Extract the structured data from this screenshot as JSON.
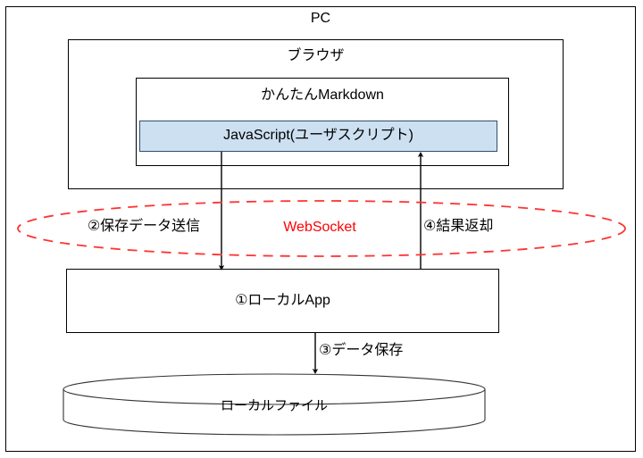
{
  "diagram": {
    "title": "PC",
    "containers": {
      "pc": "PC",
      "browser": "ブラウザ",
      "markdown_app": "かんたんMarkdown",
      "javascript": "JavaScript(ユーザスクリプト)",
      "local_app": "①ローカルApp",
      "local_file": "ローカルファイル"
    },
    "flows": {
      "send_data": "②保存データ送信",
      "protocol": "WebSocket",
      "return_result": "④結果返却",
      "save_data": "③データ保存"
    },
    "colors": {
      "javascript_fill": "#cde0f2",
      "javascript_border": "#2f4f6f",
      "protocol_text": "#ff0000",
      "ellipse_stroke": "#ff3333",
      "line": "#000000",
      "background": "#ffffff"
    }
  }
}
